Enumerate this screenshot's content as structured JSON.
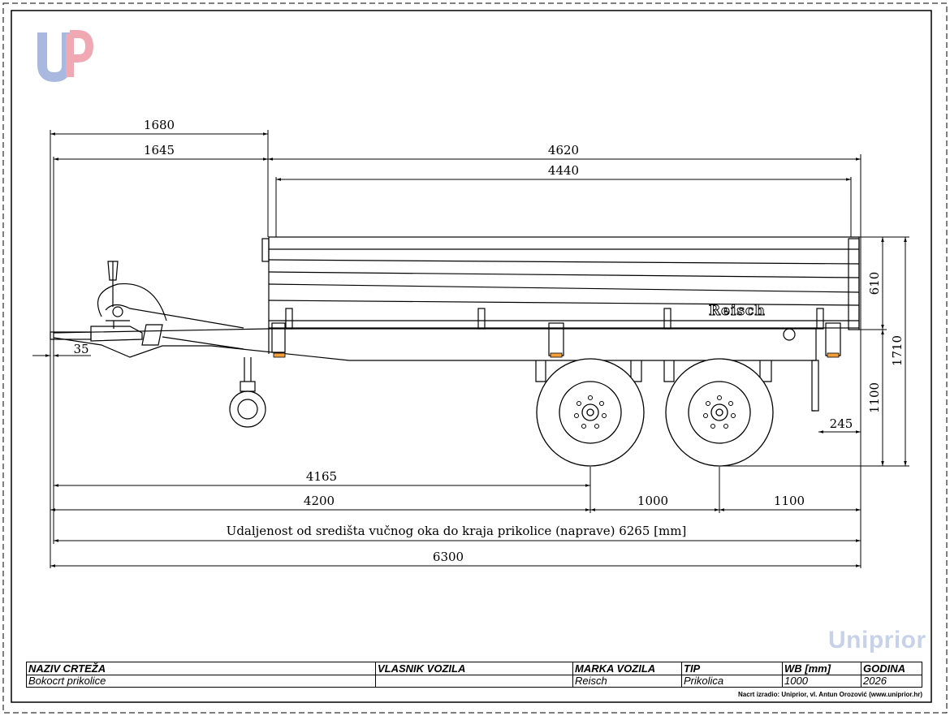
{
  "logo": {
    "monogram": "UP",
    "colors": {
      "u": "#a9b8de",
      "p": "#f0a9b3"
    }
  },
  "brand": "Uniprior",
  "dimensions": {
    "tow_to_front": "1680",
    "eye_to_front": "1645",
    "box_length": "4620",
    "inner_length": "4440",
    "side_height": "610",
    "total_height": "1710",
    "deck_height": "1100",
    "rear_overhang": "245",
    "eye_offset": "35",
    "eye_to_axle1": "4165",
    "front_to_axle1": "4200",
    "axle_spacing": "1000",
    "axle2_to_rear": "1100",
    "total_length": "6300"
  },
  "note": "Udaljenost od središta vučnog oka do kraja prikolice (naprave) 6265 [mm]",
  "side_label": "Reisch",
  "title_block": {
    "headers": [
      "NAZIV CRTEŽA",
      "VLASNIK VOZILA",
      "MARKA  VOZILA",
      "TIP",
      "WB [mm]",
      "GODINA"
    ],
    "values": [
      "Bokocrt prikolice",
      "",
      "Reisch",
      "Prikolica",
      "1000",
      "2026"
    ]
  },
  "author": "Nacrt izradio: Uniprior, vl. Antun Orozović  (www.uniprior.hr)",
  "colors": {
    "lamp": "#f2a03c",
    "logo_faint": "#c7d2e8"
  }
}
